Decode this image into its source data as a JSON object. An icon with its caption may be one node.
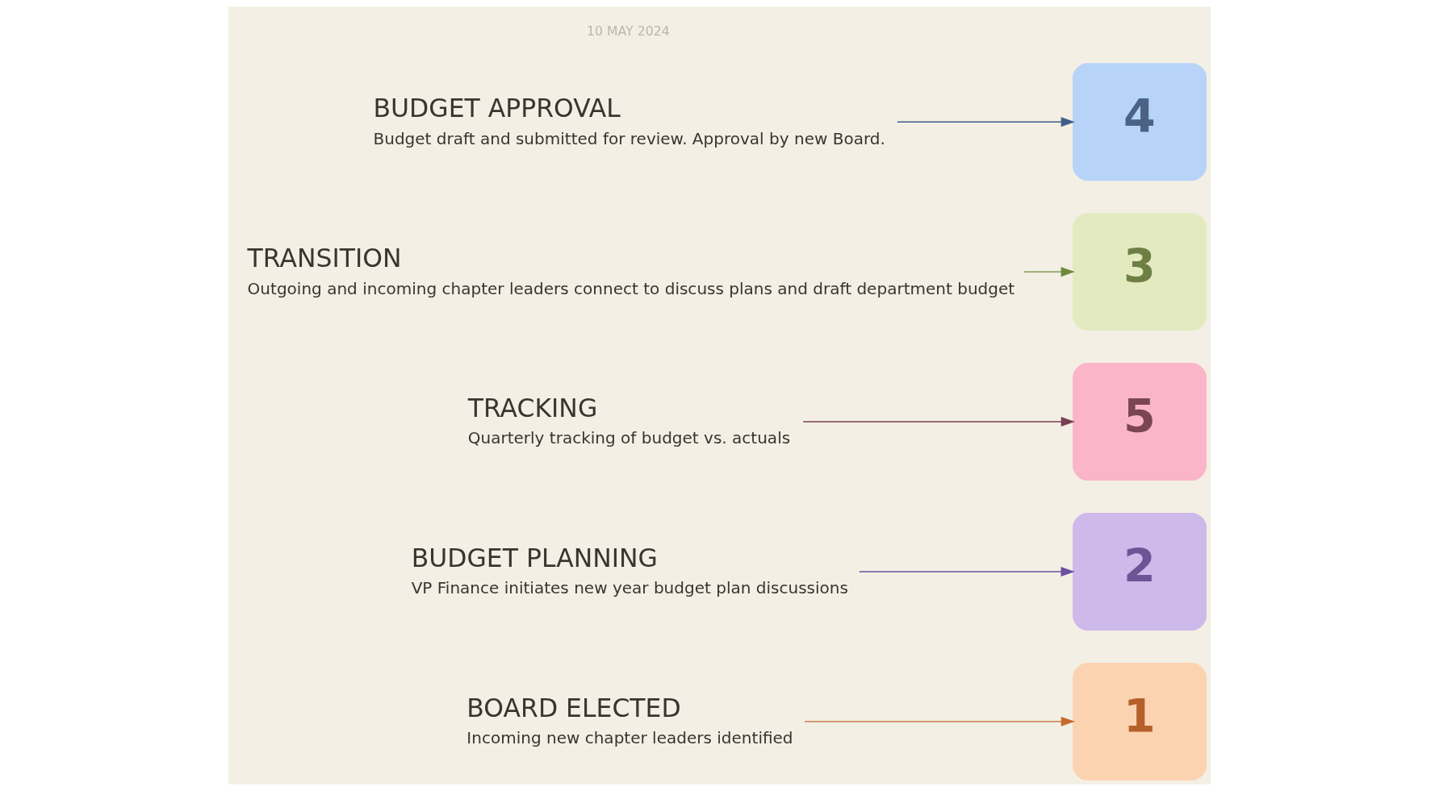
{
  "diagram": {
    "nodes": [
      {
        "text": [
          "BOARD ELECTED",
          "Incoming new chapter leaders identified"
        ]
      },
      {
        "text": [
          "1"
        ]
      },
      {
        "text": [
          "2"
        ]
      },
      {
        "text": [
          "BUDGET PLANNING",
          "VP Finance initiates new year budget plan discussions"
        ]
      },
      {
        "text": [
          "TRACKING",
          "Quarterly tracking of budget vs. actuals"
        ]
      },
      {
        "text": [
          "5"
        ]
      },
      {
        "text": [
          "TRANSITION",
          "Outgoing and incoming chapter leaders connect to discuss plans and draft department budget"
        ]
      },
      {
        "text": [
          "3"
        ]
      },
      {
        "text": [
          "4"
        ]
      },
      {
        "text": [
          "BUDGET APPROVAL",
          "Budget draft and submitted for review. Approval by new Board."
        ]
      }
    ],
    "edges": [
      {
        "from": 0,
        "to": 1,
        "arrow": "to",
        "color": "#c46a2e"
      },
      {
        "from": 3,
        "to": 2,
        "arrow": "to",
        "color": "#6b4fa0"
      },
      {
        "from": 4,
        "to": 5,
        "arrow": "to",
        "color": "#7a3f55"
      },
      {
        "from": 6,
        "to": 7,
        "arrow": "to",
        "color": "#6e8a3a"
      },
      {
        "from": 9,
        "to": 8,
        "arrow": "to",
        "color": "#3f5f8a"
      }
    ],
    "labels": [
      "10 MAY 2024"
    ]
  }
}
